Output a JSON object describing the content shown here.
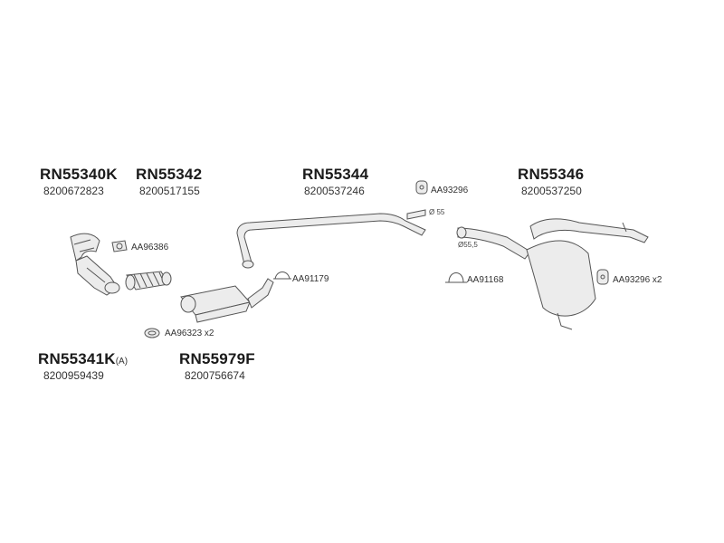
{
  "parts": [
    {
      "id": "rn55340k",
      "code": "RN55340K",
      "number": "8200672823"
    },
    {
      "id": "rn55342",
      "code": "RN55342",
      "number": "8200517155"
    },
    {
      "id": "rn55344",
      "code": "RN55344",
      "number": "8200537246"
    },
    {
      "id": "rn55346",
      "code": "RN55346",
      "number": "8200537250"
    },
    {
      "id": "rn55341k",
      "code": "RN55341K",
      "suffix": "(A)",
      "number": "8200959439"
    },
    {
      "id": "rn55979f",
      "code": "RN55979F",
      "number": "8200756674"
    }
  ],
  "accessories": [
    {
      "id": "aa96386",
      "label": "AA96386"
    },
    {
      "id": "aa96323",
      "label": "AA96323 x2"
    },
    {
      "id": "aa91179",
      "label": "AA91179"
    },
    {
      "id": "aa93296",
      "label": "AA93296"
    },
    {
      "id": "aa91168",
      "label": "AA91168"
    },
    {
      "id": "aa93296x2",
      "label": "AA93296 x2"
    }
  ],
  "dimensions": {
    "pipe_a": "Ø 55",
    "pipe_b": "Ø55,5"
  },
  "colors": {
    "outline": "#555555",
    "fill": "#ececec",
    "text": "#1a1a1a"
  },
  "icons": [
    "gasket-icon",
    "ring-gasket-icon",
    "clamp-icon",
    "rubber-hanger-icon"
  ]
}
